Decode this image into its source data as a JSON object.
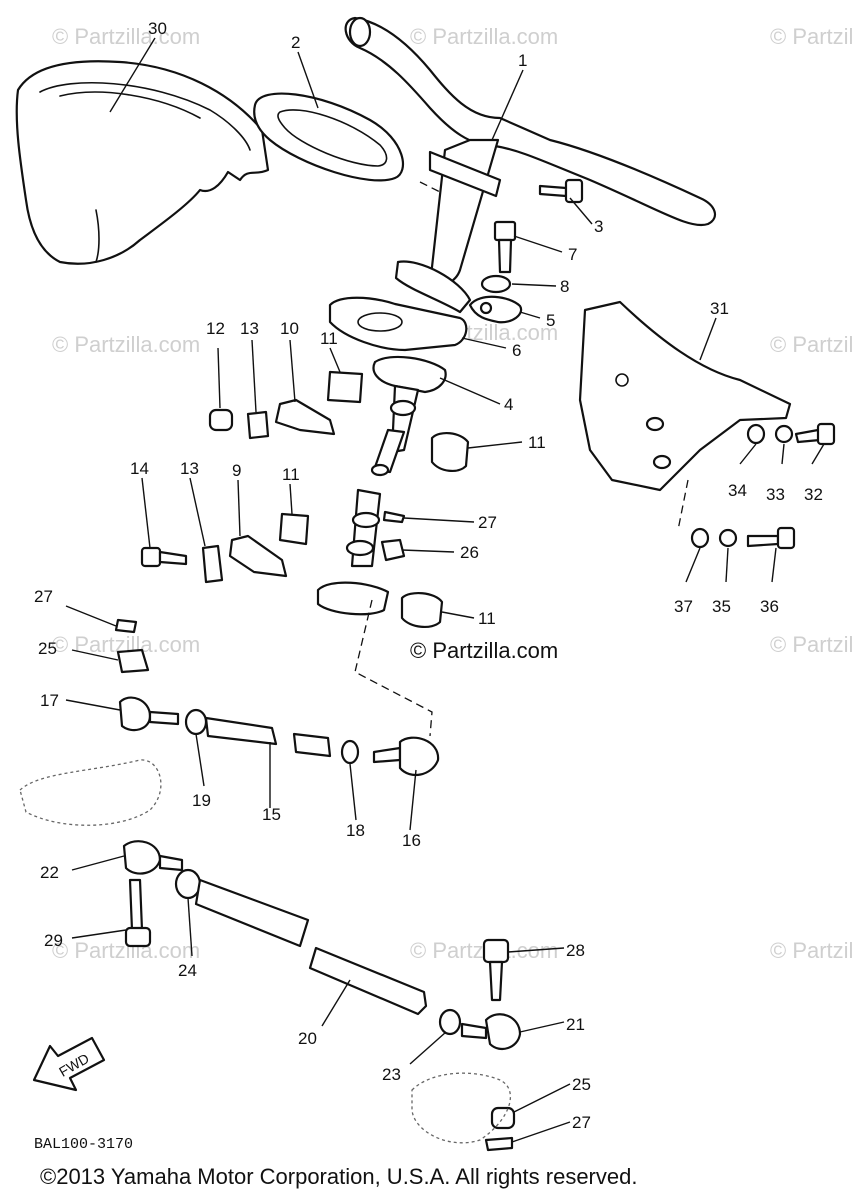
{
  "diagram": {
    "watermark": "© Partzilla.com",
    "drawing_code": "BAL100-3170",
    "fwd_label": "FWD",
    "copyright": "©2013 Yamaha Motor Corporation, U.S.A. All rights reserved.",
    "callouts": {
      "c1": "1",
      "c2": "2",
      "c3": "3",
      "c4": "4",
      "c5": "5",
      "c6": "6",
      "c7": "7",
      "c8": "8",
      "c9": "9",
      "c10": "10",
      "c11a": "11",
      "c11b": "11",
      "c11c": "11",
      "c11d": "11",
      "c12": "12",
      "c13a": "13",
      "c13b": "13",
      "c14": "14",
      "c15": "15",
      "c16": "16",
      "c17": "17",
      "c18": "18",
      "c19": "19",
      "c20": "20",
      "c21": "21",
      "c22": "22",
      "c23": "23",
      "c24": "24",
      "c25a": "25",
      "c25b": "25",
      "c26": "26",
      "c27a": "27",
      "c27b": "27",
      "c27c": "27",
      "c28": "28",
      "c29": "29",
      "c30": "30",
      "c31": "31",
      "c32": "32",
      "c33": "33",
      "c34": "34",
      "c35": "35",
      "c36": "36",
      "c37": "37"
    }
  }
}
